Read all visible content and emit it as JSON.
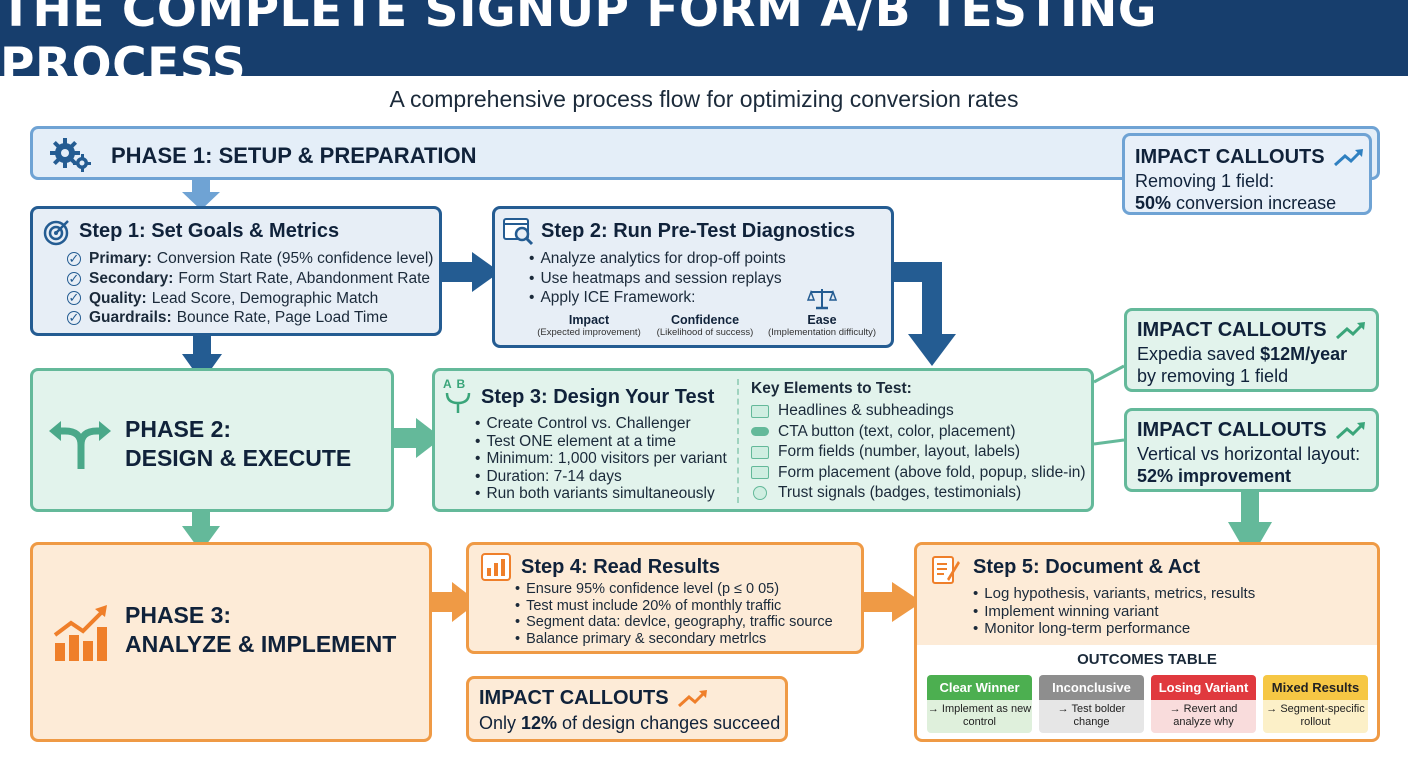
{
  "title": "THE COMPLETE SIGNUP FORM A/B TESTING PROCESS",
  "subtitle": "A comprehensive process flow for optimizing conversion rates",
  "phase1": {
    "title": "PHASE 1: SETUP & PREPARATION"
  },
  "phase2": {
    "line1": "PHASE 2:",
    "line2": "DESIGN & EXECUTE"
  },
  "phase3": {
    "line1": "PHASE 3:",
    "line2": "ANALYZE & IMPLEMENT"
  },
  "step1": {
    "title": "Step 1: Set Goals & Metrics",
    "items": [
      {
        "label": "Primary:",
        "text": "Conversion Rate (95% confidence level)"
      },
      {
        "label": "Secondary:",
        "text": "Form Start Rate, Abandonment Rate"
      },
      {
        "label": "Quality:",
        "text": "Lead Score, Demographic Match"
      },
      {
        "label": "Guardrails:",
        "text": "Bounce Rate, Page Load Time"
      }
    ]
  },
  "step2": {
    "title": "Step 2: Run Pre-Test Diagnostics",
    "items": [
      "Analyze analytics for drop-off points",
      "Use heatmaps and session replays",
      "Apply ICE Framework:"
    ],
    "ice": [
      {
        "head": "Impact",
        "sub": "(Expected improvement)"
      },
      {
        "head": "Confidence",
        "sub": "(Likelihood of success)"
      },
      {
        "head": "Ease",
        "sub": "(Implementation difficulty)"
      }
    ]
  },
  "step3": {
    "title": "Step 3: Design Your Test",
    "ab_label": "A  B",
    "items": [
      "Create Control vs. Challenger",
      "Test ONE element at a time",
      "Minimum: 1,000 visitors per variant",
      "Duration: 7-14 days",
      "Run both variants simultaneously"
    ],
    "key_title": "Key Elements to Test:",
    "key_items": [
      "Headlines & subheadings",
      "CTA button (text, color, placement)",
      "Form fields (number, layout, labels)",
      "Form placement (above fold, popup, slide-in)",
      "Trust signals (badges, testimonials)"
    ]
  },
  "step4": {
    "title": "Step 4: Read Results",
    "items": [
      "Ensure 95% confidence level (p ≤ 0 05)",
      "Test must include 20% of monthly traffic",
      "Segment data: devlce, geography, traffic source",
      "Balance primary & secondary metrlcs"
    ]
  },
  "step5": {
    "title": "Step 5: Document & Act",
    "items": [
      "Log hypothesis, variants, metrics, results",
      "Implement winning variant",
      "Monitor long-term performance"
    ],
    "outcomes_title": "OUTCOMES TABLE",
    "outcomes": [
      {
        "head": "Clear Winner",
        "body": "→ Implement as new control",
        "color": "#4caf50",
        "bg": "#dff0dc"
      },
      {
        "head": "Inconclusive",
        "body": "→ Test bolder change",
        "color": "#8e8e8e",
        "bg": "#e6e6e6"
      },
      {
        "head": "Losing Variant",
        "body": "→ Revert and analyze why",
        "color": "#e0393e",
        "bg": "#f9dcdc"
      },
      {
        "head": "Mixed Results",
        "body": "→ Segment-specific rollout",
        "color": "#f6c744",
        "bg": "#fcf0c8"
      }
    ]
  },
  "callouts": [
    {
      "title": "IMPACT CALLOUTS",
      "line1": "Removing 1 field:",
      "bold": "50%",
      "line2_rest": " conversion increase"
    },
    {
      "title": "IMPACT CALLOUTS",
      "pre": "Expedia saved ",
      "bold": "$12M/year",
      "line2": "by removing 1 field"
    },
    {
      "title": "IMPACT CALLOUTS",
      "line1": "Vertical vs horizontal layout:",
      "bold": "52% improvement"
    },
    {
      "title": "IMPACT CALLOUTS",
      "pre": "Only ",
      "bold": "12%",
      "post": " of design changes succeed"
    }
  ],
  "colors": {
    "navy": "#173e6d",
    "blue": "#245c92",
    "teal": "#64b99a",
    "orange": "#ef9a45"
  },
  "icons": [
    "gears-icon",
    "target-icon",
    "diagnostics-icon",
    "scales-icon",
    "split-arrows-icon",
    "ab-branch-icon",
    "chart-up-icon",
    "bar-chart-icon",
    "document-pen-icon",
    "trend-up-icon"
  ]
}
